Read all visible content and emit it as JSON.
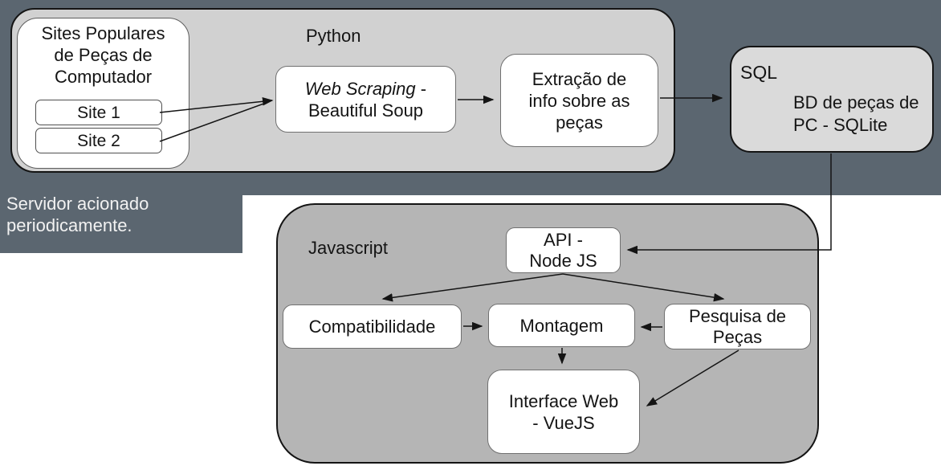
{
  "colors": {
    "page_bg": "#ffffff",
    "dark_panel": "#5b6670",
    "python_container": "#d1d1d1",
    "javascript_container": "#b5b5b5",
    "sql_box": "#dadada",
    "node_fill": "#ffffff",
    "arrow": "#141414",
    "note_text": "#f2f2f2"
  },
  "note": {
    "lines": [
      "Servidor acionado",
      "periodicamente."
    ]
  },
  "python_group": {
    "label": "Python",
    "sites": {
      "title_lines": [
        "Sites Populares",
        "de Peças de",
        "Computador"
      ],
      "site1": "Site 1",
      "site2": "Site 2"
    },
    "web_scraping": {
      "italic_part": "Web Scraping",
      "dash": " -",
      "line2": "Beautiful Soup"
    },
    "extraction": {
      "lines": [
        "Extração de",
        "info sobre as",
        "peças"
      ]
    }
  },
  "sql_group": {
    "label": "SQL",
    "db_lines": [
      "BD de peças de",
      "PC - SQLite"
    ]
  },
  "javascript_group": {
    "label": "Javascript",
    "api": {
      "lines": [
        "API -",
        "Node JS"
      ]
    },
    "compatibility": "Compatibilidade",
    "assembly": "Montagem",
    "search": {
      "lines": [
        "Pesquisa de",
        "Peças"
      ]
    },
    "web_interface": {
      "lines": [
        "Interface Web",
        "- VueJS"
      ]
    }
  }
}
